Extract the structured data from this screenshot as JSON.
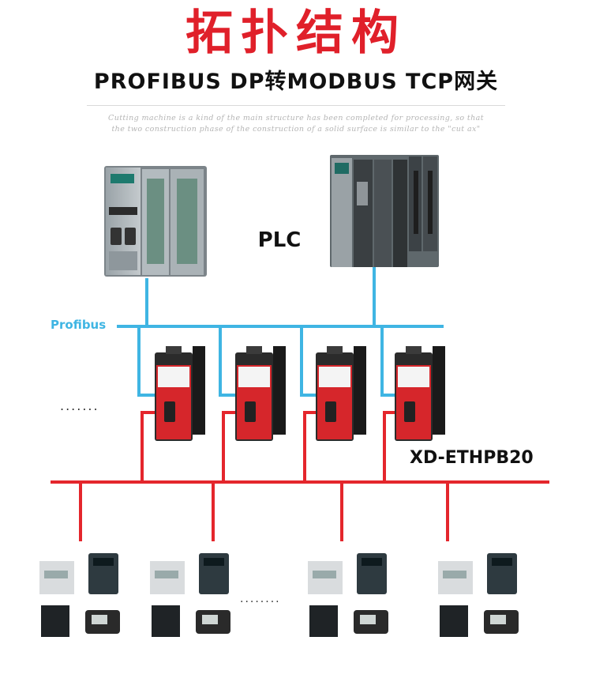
{
  "header": {
    "title": "拓扑结构",
    "subtitle": "PROFIBUS DP转MODBUS TCP网关",
    "caption_line1": "Cutting machine is a kind of the main structure has been completed for processing, so that",
    "caption_line2": "the two construction phase of the construction of a solid surface is similar to the \"cut ax\""
  },
  "diagram": {
    "plc_label": "PLC",
    "profibus_label": "Profibus",
    "gateway_label": "XD-ETHPB20",
    "ellipsis_gateways": ".......",
    "ellipsis_devices": "........",
    "colors": {
      "profibus_line": "#3fb5e3",
      "ethernet_line": "#e4262c",
      "title": "#e0202a"
    }
  }
}
